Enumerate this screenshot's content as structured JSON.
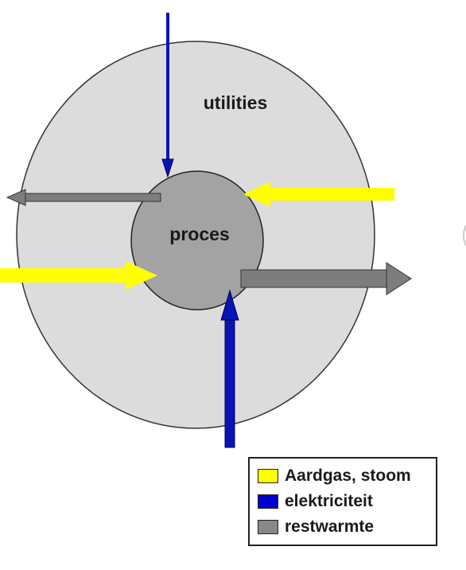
{
  "diagram": {
    "outer_label": "utilities",
    "inner_label": "proces"
  },
  "legend": {
    "items": [
      {
        "label": "Aardgas, stoom",
        "color": "#ffff00"
      },
      {
        "label": "elektriciteit",
        "color": "#0000cc"
      },
      {
        "label": "restwarmte",
        "color": "#888888"
      }
    ]
  },
  "colors": {
    "outer_circle": "#dcdcdc",
    "inner_circle": "#a3a3a3",
    "gas": "#ffff00",
    "electricity": "#0a14b4",
    "heat": "#7d7d7d"
  }
}
